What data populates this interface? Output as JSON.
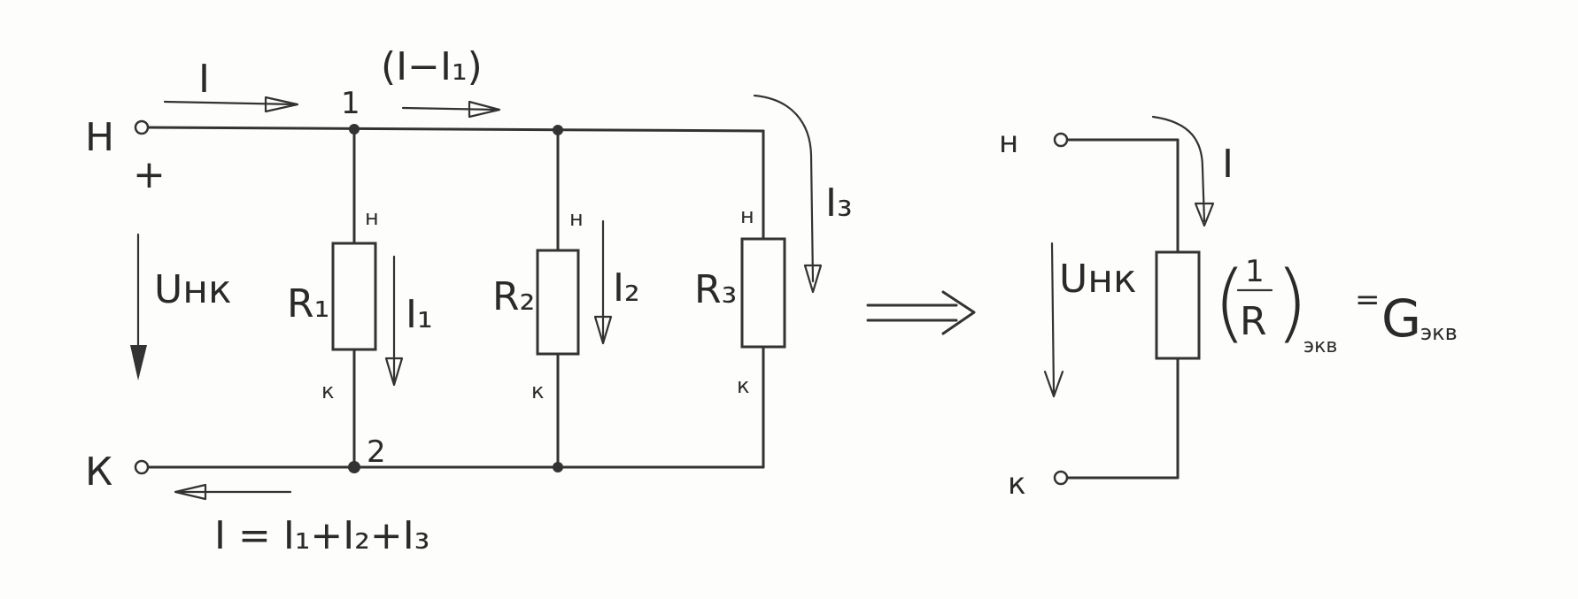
{
  "left": {
    "terminal_top": "Н",
    "terminal_bottom": "К",
    "plus": "+",
    "voltage": "Uнк",
    "current_in": "I",
    "current_12": "(I−I₁)",
    "node_1": "1",
    "node_2": "2",
    "equation": "I = I₁+I₂+I₃",
    "branches": [
      {
        "resistor": "R₁",
        "current": "I₁",
        "top": "н",
        "bottom": "к"
      },
      {
        "resistor": "R₂",
        "current": "I₂",
        "top": "н",
        "bottom": "к"
      },
      {
        "resistor": "R₃",
        "current": "I₃",
        "top": "н",
        "bottom": "к"
      }
    ]
  },
  "transform_arrow": "⟹",
  "right": {
    "terminal_top": "н",
    "terminal_bottom": "к",
    "current": "I",
    "voltage": "Uнк",
    "frac_num": "1",
    "frac_den": "R",
    "subscript": "экв",
    "equals": "=",
    "G": "G",
    "G_sub": "экв"
  }
}
